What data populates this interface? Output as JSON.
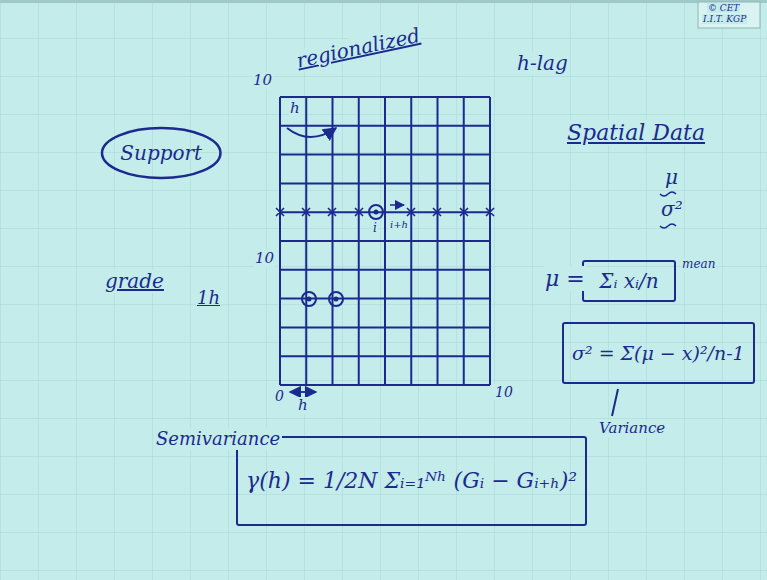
{
  "diagram": {
    "nodes": [
      {
        "text": [
          "Support"
        ]
      },
      {
        "text": [
          "Σᵢ xᵢ/n"
        ]
      },
      {
        "text": [
          "σ² = Σ(μ − x)²/n-1"
        ]
      },
      {
        "text": [
          "Semivariance",
          "γ(h) = 1/2N Σᵢ₌₁ᴺʰ (Gᵢ − Gᵢ₊ₕ)²"
        ]
      }
    ],
    "labels": [
      "© CET",
      "I.I.T. KGP",
      "regionalized",
      "h-lag",
      "Spatial Data",
      "μ",
      "σ²",
      "μ =",
      "mean",
      "Variance",
      "grade",
      "1h",
      "10",
      "10",
      "0",
      "10",
      "h",
      "h",
      "i",
      "i+h"
    ]
  }
}
